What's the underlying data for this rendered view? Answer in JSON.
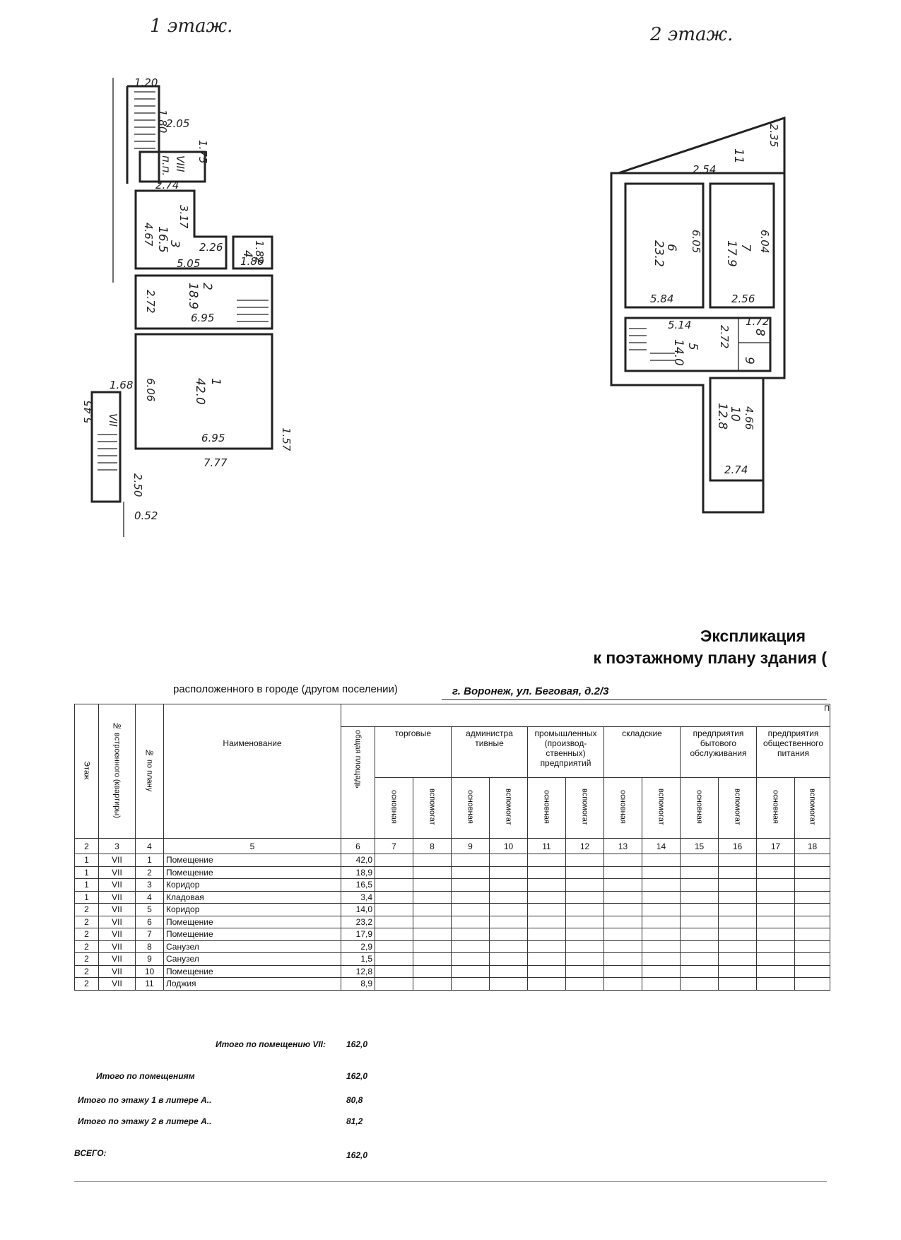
{
  "headings": {
    "floor1": "1 этаж.",
    "floor2": "2 этаж."
  },
  "plan1": {
    "labels": [
      "1.20",
      "1.80",
      "2.05",
      "1.75",
      "VIII",
      "п.п.",
      "2.74",
      "3.17",
      "3",
      "16.5",
      "4.67",
      "2.26",
      "1.82",
      "4",
      "1.86",
      "5.05",
      "2",
      "18.9",
      "2.72",
      "6.95",
      "1",
      "42.0",
      "6.06",
      "6.95",
      "7.77",
      "1.57",
      "1.68",
      "VII",
      "5.45",
      "2.50",
      "0.52"
    ]
  },
  "plan2": {
    "labels": [
      "11",
      "2.35",
      "2.54",
      "6",
      "23.2",
      "6.05",
      "7",
      "17.9",
      "6.04",
      "5.84",
      "2.56",
      "5.14",
      "5",
      "14.0",
      "2.72",
      "8",
      "1.72",
      "9",
      "10",
      "12.8",
      "4.66",
      "2.74"
    ]
  },
  "header": {
    "title1": "Экспликация",
    "title2": "к поэтажному плану здания (",
    "located_label": "расположенного в городе (другом поселении)",
    "address": "г. Воронеж, ул. Беговая, д.2/3"
  },
  "table": {
    "col_floor": "Этаж",
    "col_builtin": "№ встроенного (квартиры)",
    "col_plan_no": "№ по плану",
    "col_name": "Наименование",
    "col_total_area": "общая площадь",
    "group_cut": "П",
    "groups": [
      "торговые",
      "администра тивные",
      "промышленных (производ- ственных) предприятий",
      "складские",
      "предприятия бытового обслуживания",
      "предприятия общественного питания"
    ],
    "sub_main": "основная",
    "sub_aux": "вспомогат",
    "col_numbers": [
      "2",
      "3",
      "4",
      "5",
      "6",
      "7",
      "8",
      "9",
      "10",
      "11",
      "12",
      "13",
      "14",
      "15",
      "16",
      "17",
      "18"
    ],
    "rows": [
      {
        "floor": "1",
        "unit": "VII",
        "no": "1",
        "name": "Помещение",
        "area": "42,0"
      },
      {
        "floor": "1",
        "unit": "VII",
        "no": "2",
        "name": "Помещение",
        "area": "18,9"
      },
      {
        "floor": "1",
        "unit": "VII",
        "no": "3",
        "name": "Коридор",
        "area": "16,5"
      },
      {
        "floor": "1",
        "unit": "VII",
        "no": "4",
        "name": "Кладовая",
        "area": "3,4"
      },
      {
        "floor": "2",
        "unit": "VII",
        "no": "5",
        "name": "Коридор",
        "area": "14,0"
      },
      {
        "floor": "2",
        "unit": "VII",
        "no": "6",
        "name": "Помещение",
        "area": "23,2"
      },
      {
        "floor": "2",
        "unit": "VII",
        "no": "7",
        "name": "Помещение",
        "area": "17,9"
      },
      {
        "floor": "2",
        "unit": "VII",
        "no": "8",
        "name": "Санузел",
        "area": "2,9"
      },
      {
        "floor": "2",
        "unit": "VII",
        "no": "9",
        "name": "Санузел",
        "area": "1,5"
      },
      {
        "floor": "2",
        "unit": "VII",
        "no": "10",
        "name": "Помещение",
        "area": "12,8"
      },
      {
        "floor": "2",
        "unit": "VII",
        "no": "11",
        "name": "Лоджия",
        "area": "8,9"
      }
    ]
  },
  "totals": {
    "room_vii_label": "Итого по помещению VII:",
    "room_vii_value": "162,0",
    "rooms_label": "Итого по помещениям",
    "rooms_value": "162,0",
    "floor1_label": "Итого по этажу 1 в литере А..",
    "floor1_value": "80,8",
    "floor2_label": "Итого по этажу 2 в литере А..",
    "floor2_value": "81,2",
    "all_label": "ВСЕГО:",
    "all_value": "162,0"
  }
}
